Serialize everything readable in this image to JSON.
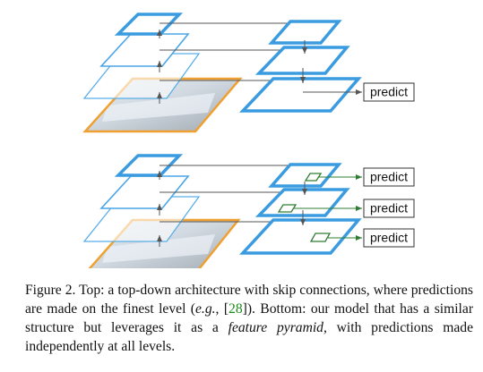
{
  "figure": {
    "predict_label": "predict"
  },
  "caption": {
    "label": "Figure 2.",
    "text_1": " Top: a top-down architecture with skip connections, where predictions are made on the finest level (",
    "eg": "e.g.",
    "text_2": ", [",
    "citation": "28",
    "text_3": "]). Bottom: our model that has a similar structure but leverages it as a ",
    "emph": "feature pyramid",
    "text_4": ", with predictions made independently at all levels."
  },
  "colors": {
    "pyramid_blue": "#3a9be0",
    "image_border_orange": "#f0a030",
    "prediction_green": "#2e7d32",
    "citation_green": "#1a8a1a"
  }
}
